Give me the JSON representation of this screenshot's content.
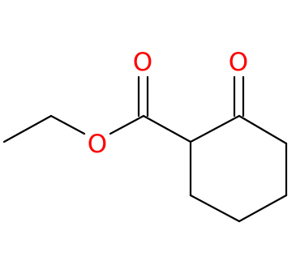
{
  "structure": {
    "atoms": {
      "ester_carbonyl_oxygen": "O",
      "ketone_oxygen": "O",
      "ether_oxygen": "O"
    },
    "colors": {
      "bond": "#000000",
      "oxygen": "#ff0000"
    }
  }
}
